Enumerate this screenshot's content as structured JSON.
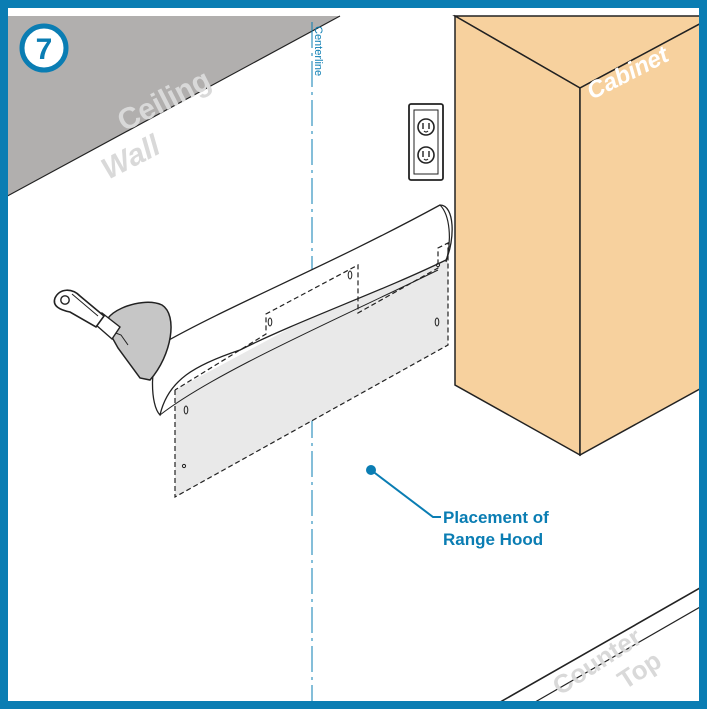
{
  "step": {
    "number": "7"
  },
  "labels": {
    "ceiling": "Ceiling",
    "wall": "Wall",
    "cabinet": "Cabinet",
    "centerline": "Centerline",
    "counter": "Counter",
    "top": "Top",
    "placement_line1": "Placement of",
    "placement_line2": "Range Hood"
  },
  "colors": {
    "frame": "#0a7db3",
    "ceiling": "#b1afae",
    "cabinet": "#f7d19e",
    "ghost_text": "#d9d9d9",
    "callout": "#0a7db3",
    "template": "#e9e9e9"
  },
  "icons": [
    "putty-knife-icon",
    "outlet-icon",
    "callout-dot-icon"
  ]
}
